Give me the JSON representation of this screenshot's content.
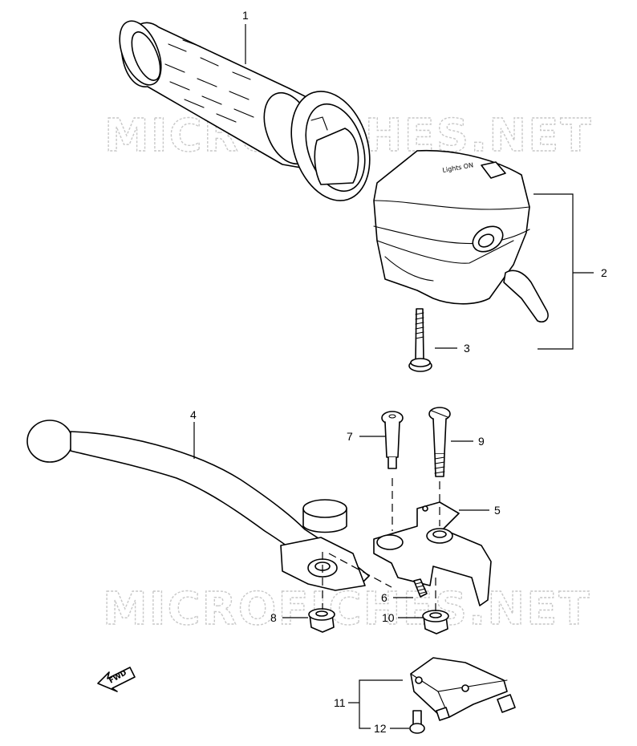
{
  "watermark": "MICROFICHES.NET",
  "fwd_label": "FWD",
  "switch_label": "Lights ON",
  "callouts": [
    "1",
    "2",
    "3",
    "4",
    "5",
    "6",
    "7",
    "8",
    "9",
    "10",
    "11",
    "12"
  ]
}
